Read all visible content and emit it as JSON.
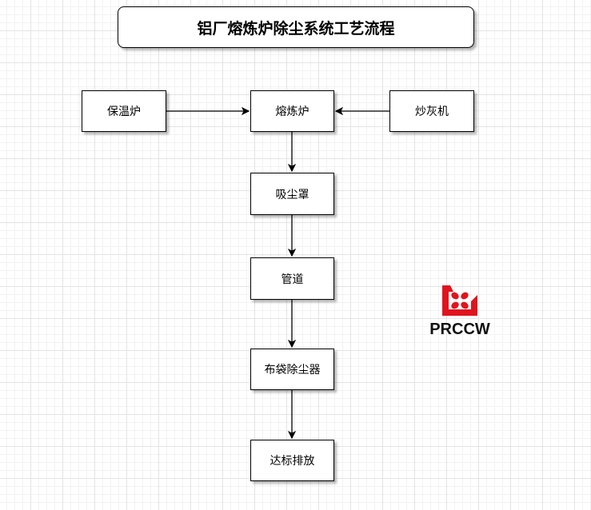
{
  "title": "铝厂熔炼炉除尘系统工艺流程",
  "nodes": {
    "holding_furnace": "保温炉",
    "smelting_furnace": "熔炼炉",
    "ash_machine": "炒灰机",
    "suction_hood": "吸尘罩",
    "pipeline": "管道",
    "bag_filter": "布袋除尘器",
    "discharge": "达标排放"
  },
  "logo": {
    "text": "PRCCW",
    "color": "#e0141e"
  }
}
